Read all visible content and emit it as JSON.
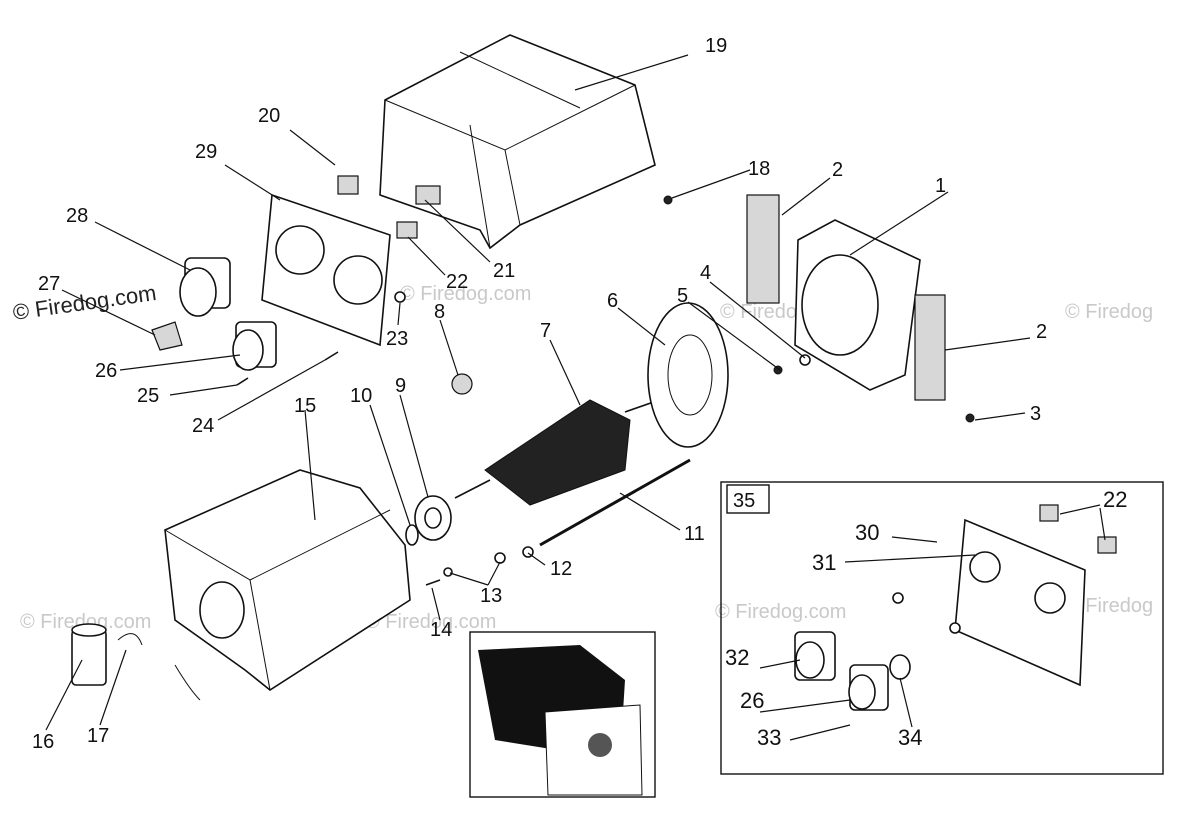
{
  "watermarks": {
    "main": "© Firedog.com",
    "faint_1": "© Firedog.com",
    "faint_2": "© Firedog.com",
    "faint_3": "© Firedog.com",
    "faint_4": "© Firedog.com",
    "faint_5": "© Firedog",
    "faint_6": "© Firedog",
    "faint_7": "© Firedog.com"
  },
  "inset": {
    "label": "35"
  },
  "callouts": {
    "c1": "1",
    "c2a": "2",
    "c2b": "2",
    "c3": "3",
    "c4": "4",
    "c5": "5",
    "c6": "6",
    "c7": "7",
    "c8": "8",
    "c9": "9",
    "c10": "10",
    "c11": "11",
    "c12": "12",
    "c13": "13",
    "c14": "14",
    "c15": "15",
    "c16": "16",
    "c17": "17",
    "c18": "18",
    "c19": "19",
    "c20": "20",
    "c21": "21",
    "c22a": "22",
    "c22b": "22",
    "c23": "23",
    "c24": "24",
    "c25": "25",
    "c26a": "26",
    "c26b": "26",
    "c27": "27",
    "c28": "28",
    "c29": "29",
    "c30": "30",
    "c31": "31",
    "c32": "32",
    "c33": "33",
    "c34": "34"
  }
}
